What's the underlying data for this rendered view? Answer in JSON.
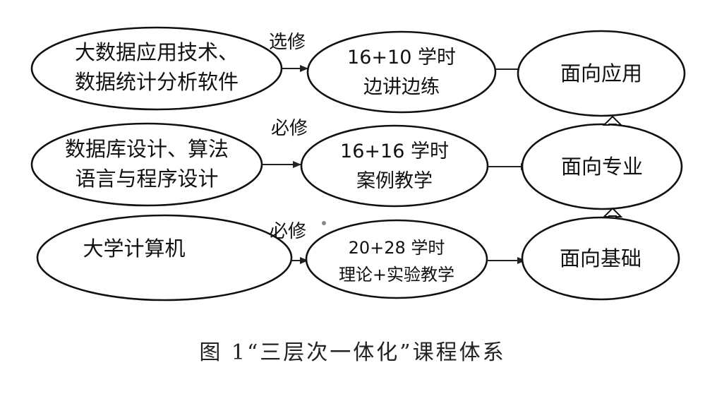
{
  "rows": [
    {
      "course_lines": [
        "大数据应用技术、",
        "数据统计分析软件"
      ],
      "type": "选修",
      "hours": "16+10 学时",
      "method": "边讲边练",
      "goal": "面向应用"
    },
    {
      "course_lines": [
        "数据库设计、算法",
        "语言与程序设计"
      ],
      "type": "必修",
      "hours": "16+16 学时",
      "method": "案例教学",
      "goal": "面向专业"
    },
    {
      "course_lines": [
        "大学计算机"
      ],
      "type": "必修",
      "hours": "20+28 学时",
      "method": "理论+实验教学",
      "goal": "面向基础"
    }
  ],
  "caption": "图 1“三层次一体化”课程体系"
}
